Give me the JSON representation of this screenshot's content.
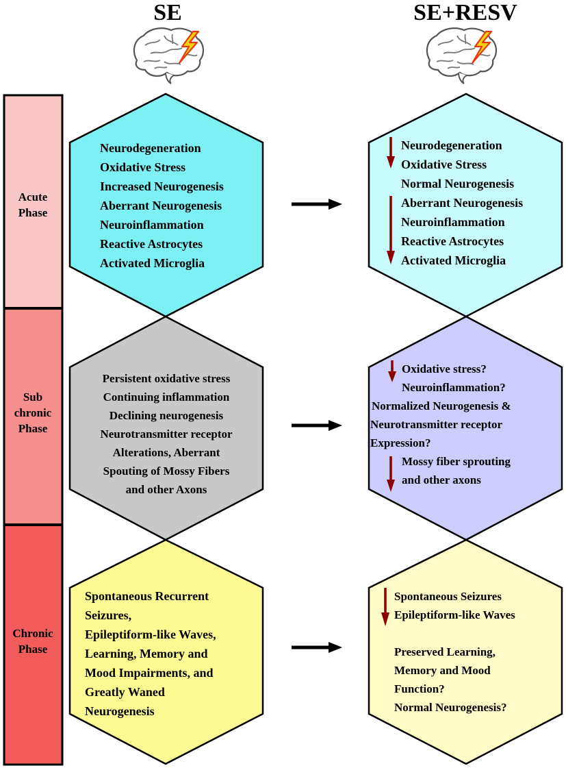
{
  "columns": {
    "left_title": "SE",
    "right_title": "SE+RESV"
  },
  "phases": [
    {
      "label_lines": [
        "Acute",
        "Phase"
      ],
      "color": "#f9c7c6"
    },
    {
      "label_lines": [
        "Sub",
        "chronic",
        "Phase"
      ],
      "color": "#f58f8d"
    },
    {
      "label_lines": [
        "Chronic",
        "Phase"
      ],
      "color": "#f25b5b"
    }
  ],
  "se": {
    "acute": {
      "fill": "#7df0f4",
      "lines": [
        "Neurodegeneration",
        "Oxidative Stress",
        "Increased Neurogenesis",
        "Aberrant Neurogenesis",
        "Neuroinflammation",
        "Reactive Astrocytes",
        "Activated Microglia"
      ]
    },
    "subchronic": {
      "fill": "#c8c8c8",
      "lines": [
        "Persistent oxidative stress",
        "Continuing inflammation",
        "Declining neurogenesis",
        "Neurotransmitter receptor",
        "Alterations, Aberrant",
        "Spouting of Mossy Fibers",
        "and other Axons"
      ]
    },
    "chronic": {
      "fill": "#fdf993",
      "lines": [
        "Spontaneous Recurrent",
        "Seizures,",
        "Epileptiform-like Waves,",
        "Learning, Memory and",
        "Mood Impairments, and",
        "Greatly Waned",
        "Neurogenesis"
      ]
    }
  },
  "resv": {
    "acute": {
      "fill": "#c8fbfd",
      "lines": [
        "Neurodegeneration",
        "Oxidative Stress",
        "Normal Neurogenesis",
        "Aberrant Neurogenesis",
        "Neuroinflammation",
        "Reactive Astrocytes",
        "Activated Microglia"
      ]
    },
    "subchronic": {
      "fill": "#cccdfb",
      "lines": [
        "Oxidative stress?",
        "Neuroinflammation?",
        "Normalized Neurogenesis &",
        "Neurotransmitter receptor",
        "Expression?",
        "Mossy fiber sprouting",
        "and other axons"
      ]
    },
    "chronic": {
      "fill": "#fdfbc6",
      "lines": [
        "Spontaneous Seizures",
        "Epileptiform-like Waves",
        "Preserved Learning,",
        "Memory and Mood",
        "Function?",
        "Normal Neurogenesis?"
      ]
    }
  },
  "icons": [
    "brain-with-lightning-icon",
    "right-arrow-icon",
    "down-arrow-icon"
  ],
  "colors": {
    "decrease_arrow": "#8b0000",
    "lightning_fill": "#f5d20a",
    "lightning_stroke": "#e23b12"
  }
}
